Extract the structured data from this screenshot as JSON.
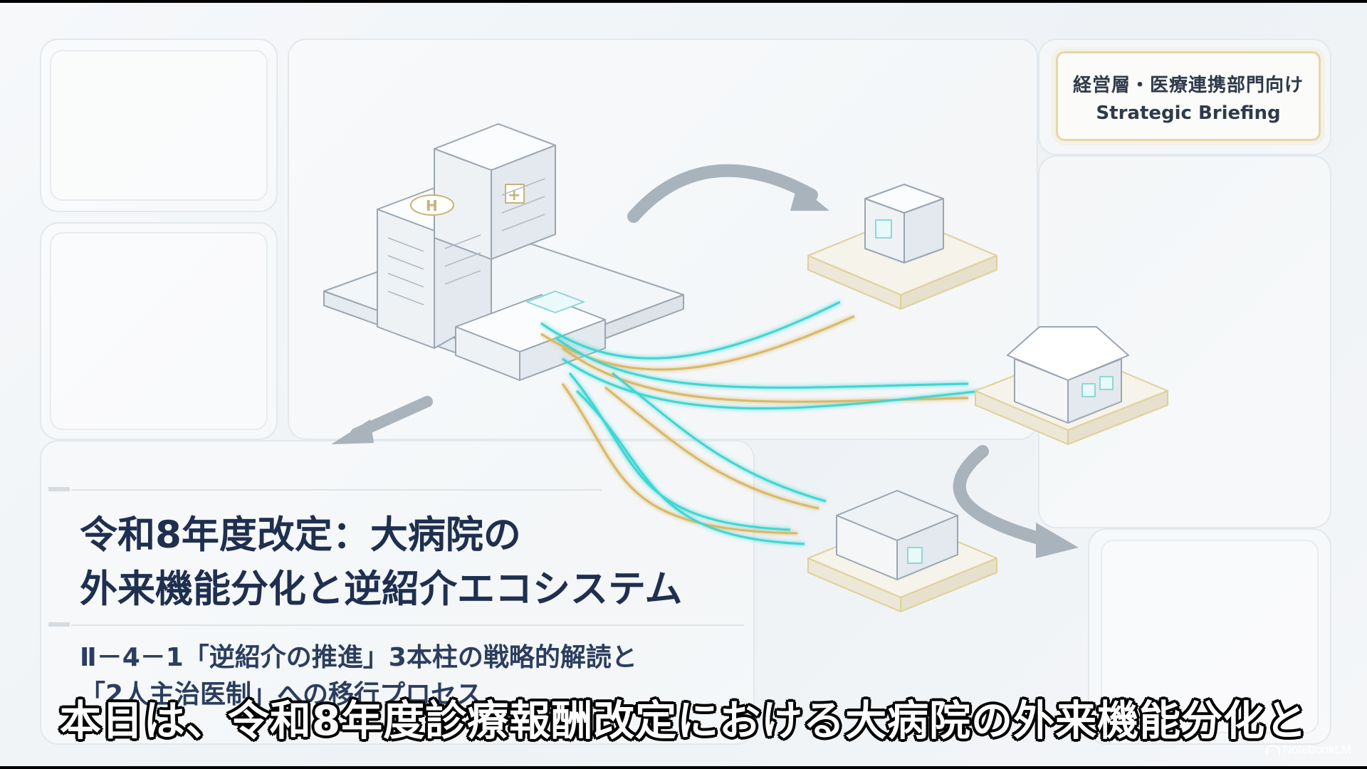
{
  "badge": {
    "line1": "経営層・医療連携部門向け",
    "line2": "Strategic Briefing"
  },
  "title": {
    "line1": "令和8年度改定：大病院の",
    "line2": "外来機能分化と逆紹介エコシステム"
  },
  "subtitle": {
    "line1": "Ⅱ－4－1「逆紹介の推進」3本柱の戦略的解読と",
    "line2": "「2人主治医制」への移行プロセス"
  },
  "caption": "本日は、令和8年度診療報酬改定における大病院の外来機能分化と",
  "watermark": "NotebookLM",
  "colors": {
    "teal": "#3fd6d2",
    "gold": "#d8b968",
    "navy": "#1f2f4f"
  },
  "illustration": {
    "central": "hospital-icon",
    "clinics": [
      "clinic-icon",
      "house-clinic-icon",
      "clinic-icon"
    ]
  }
}
